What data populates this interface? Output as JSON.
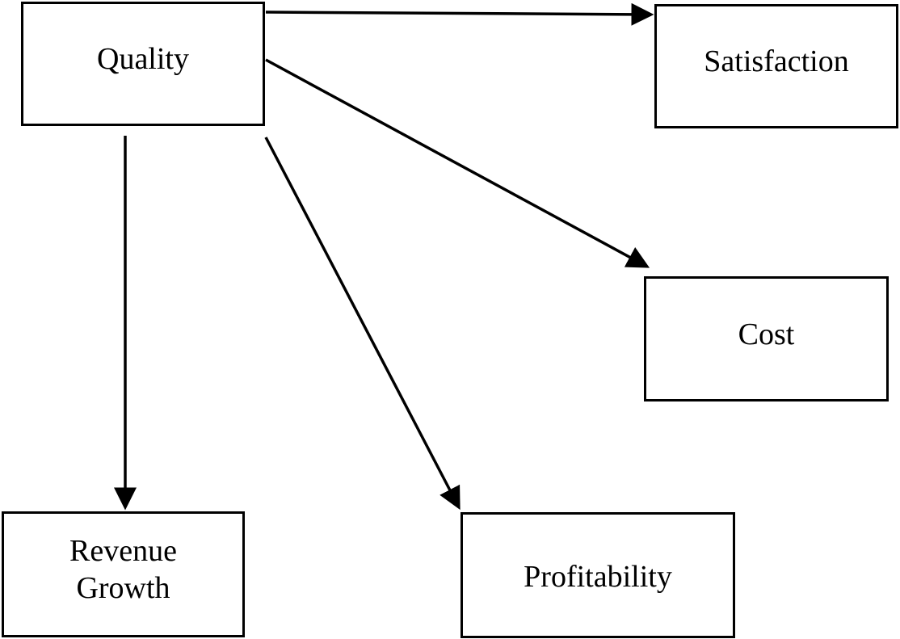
{
  "diagram": {
    "nodes": {
      "quality": "Quality",
      "satisfaction": "Satisfaction",
      "cost": "Cost",
      "revenue_growth": [
        "Revenue",
        "Growth"
      ],
      "profitability": "Profitability"
    },
    "edges": [
      {
        "from": "quality",
        "to": "satisfaction"
      },
      {
        "from": "quality",
        "to": "cost"
      },
      {
        "from": "quality",
        "to": "revenue_growth"
      },
      {
        "from": "quality",
        "to": "profitability"
      }
    ],
    "colors": {
      "stroke": "#000000",
      "background": "#ffffff"
    }
  }
}
